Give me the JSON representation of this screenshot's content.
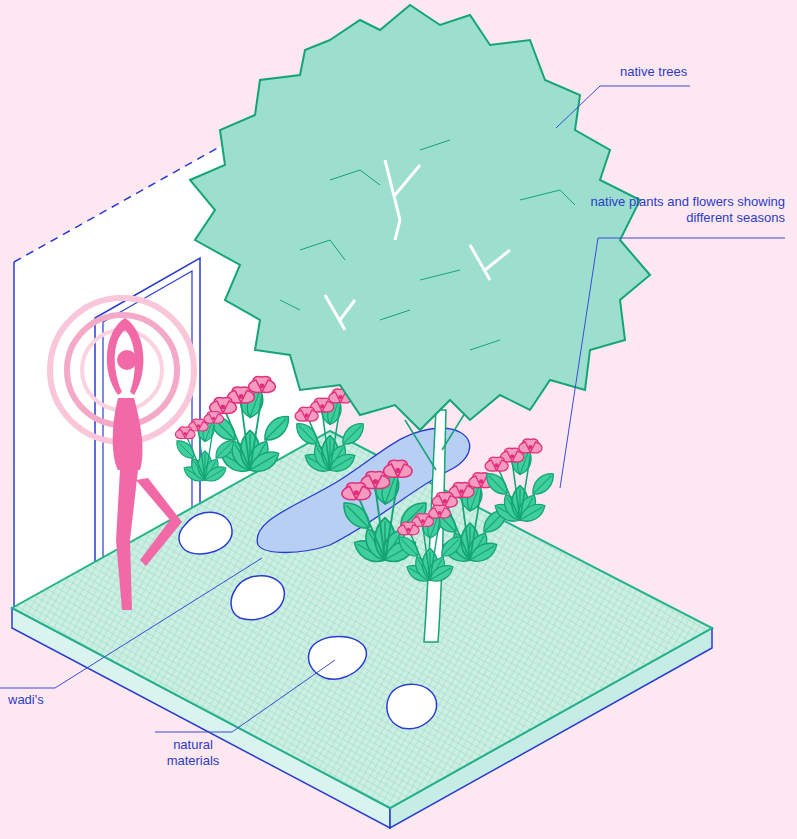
{
  "diagram": {
    "labels": [
      "native trees",
      "native plants and flowers showing different seasons",
      "wadi's",
      "natural materials"
    ]
  }
}
